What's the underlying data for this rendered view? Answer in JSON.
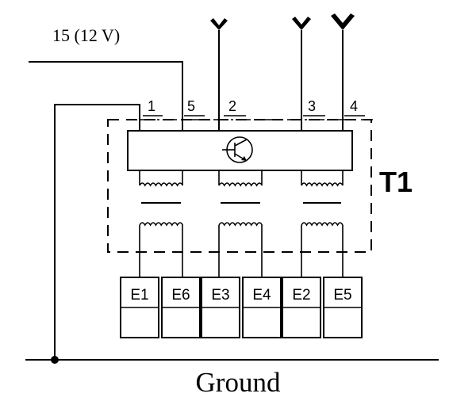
{
  "labels": {
    "supply": "15 (12 V)",
    "ground": "Ground",
    "module": "T1"
  },
  "pins": [
    "1",
    "5",
    "2",
    "3",
    "4"
  ],
  "outputs": [
    "E1",
    "E6",
    "E3",
    "E4",
    "E2",
    "E5"
  ],
  "icons": {
    "transistor": "transistor-icon",
    "spark_plug": "spark-plug-icon"
  },
  "colors": {
    "line": "#000000",
    "background": "#ffffff"
  }
}
